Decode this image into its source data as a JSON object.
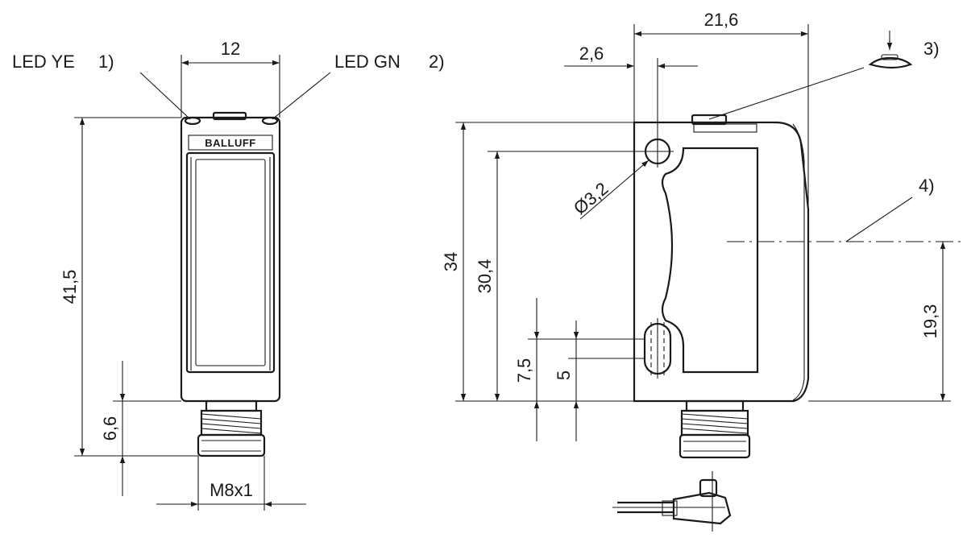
{
  "front_view": {
    "dims": {
      "width": "12",
      "height": "41,5",
      "connector_length": "6,6",
      "thread": "M8x1"
    },
    "labels": {
      "led_yellow": "LED YE",
      "led_yellow_note": "1)",
      "led_green": "LED GN",
      "led_green_note": "2)"
    },
    "brand": "BALLUFF"
  },
  "side_view": {
    "dims": {
      "depth": "21,6",
      "hole_offset": "2,6",
      "hole_diameter": "Ø3,2",
      "height": "34",
      "hole_spacing": "30,4",
      "optical_axis": "19,3",
      "slot_center": "7,5",
      "slot_length": "5"
    },
    "notes": {
      "note3": "3)",
      "note4": "4)"
    }
  }
}
